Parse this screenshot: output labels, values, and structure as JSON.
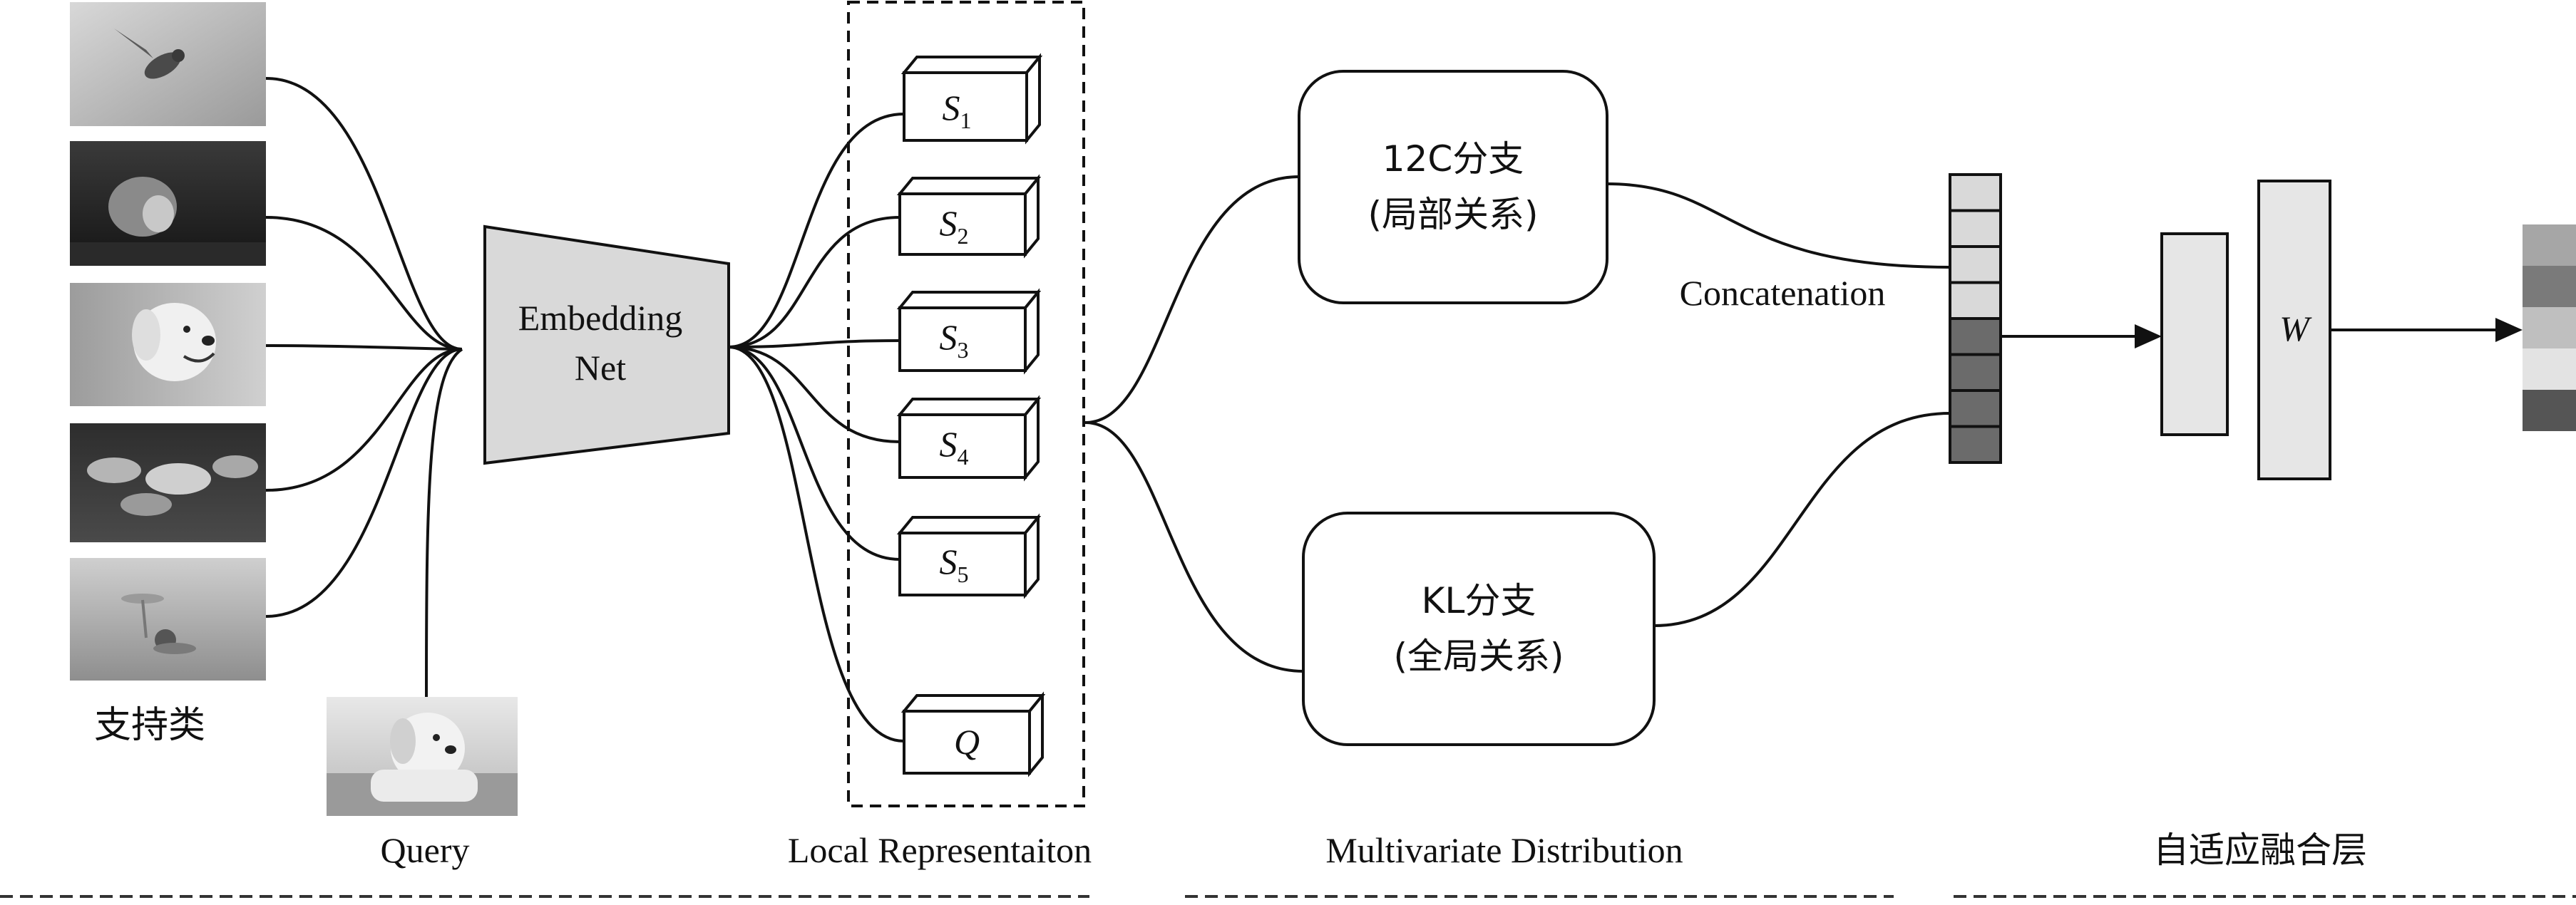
{
  "support_label": "支持类",
  "query_label": "Query",
  "embedding_net": {
    "line1": "Embedding",
    "line2": "Net"
  },
  "local_reps": [
    {
      "base": "S",
      "sub": "1"
    },
    {
      "base": "S",
      "sub": "2"
    },
    {
      "base": "S",
      "sub": "3"
    },
    {
      "base": "S",
      "sub": "4"
    },
    {
      "base": "S",
      "sub": "5"
    },
    {
      "base": "Q",
      "sub": ""
    }
  ],
  "branches": {
    "l2c": {
      "line1": "12C分支",
      "line2": "(局部关系)"
    },
    "kl": {
      "line1": "KL分支",
      "line2": "(全局关系)"
    }
  },
  "concatenation_label": "Concatenation",
  "weight_label": "W",
  "section_labels": {
    "query": "Query",
    "local": "Local Representaiton",
    "multivariate": "Multivariate Distribution",
    "fusion": "自适应融合层"
  },
  "colors": {
    "line": "#111111",
    "embedding_fill": "#d9d9d9",
    "layer_fill": "#e6e6e6",
    "vector_light": "#d9d9d9",
    "vector_dark": "#6b6b6b",
    "output_shades": [
      "#a6a6a6",
      "#7a7a7a",
      "#bfbfbf",
      "#e3e3e3",
      "#555555"
    ]
  }
}
